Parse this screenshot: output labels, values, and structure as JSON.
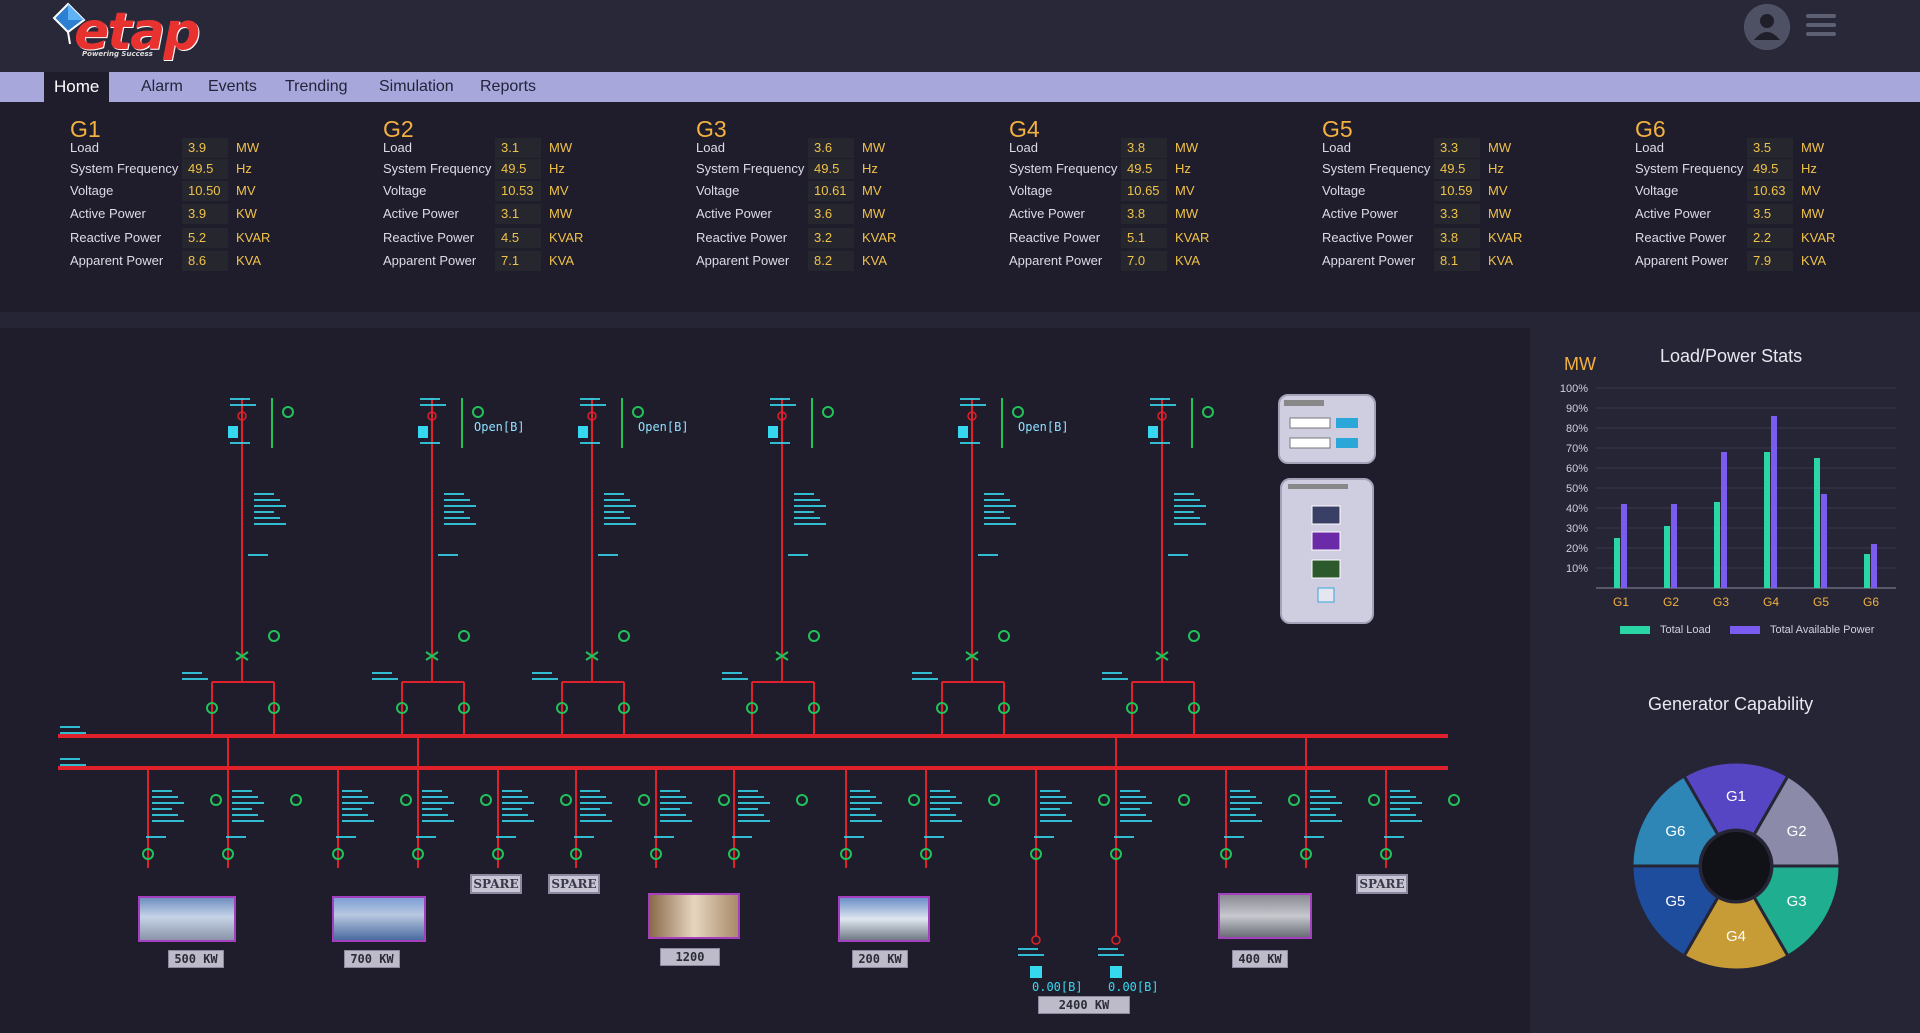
{
  "app": {
    "brand": "etap",
    "tagline": "Powering Success"
  },
  "nav": {
    "items": [
      "Home",
      "Alarm",
      "Events",
      "Trending",
      "Simulation",
      "Reports"
    ],
    "active": "Home"
  },
  "generator_labels": {
    "load": "Load",
    "frequency": "System Frequency",
    "voltage": "Voltage",
    "active_power": "Active Power",
    "reactive_power": "Reactive Power",
    "apparent_power": "Apparent Power"
  },
  "generators": [
    {
      "name": "G1",
      "load": "3.9",
      "load_unit": "MW",
      "frequency": "49.5",
      "frequency_unit": "Hz",
      "voltage": "10.50",
      "voltage_unit": "MV",
      "active_power": "3.9",
      "active_power_unit": "KW",
      "reactive_power": "5.2",
      "reactive_power_unit": "KVAR",
      "apparent_power": "8.6",
      "apparent_power_unit": "KVA"
    },
    {
      "name": "G2",
      "load": "3.1",
      "load_unit": "MW",
      "frequency": "49.5",
      "frequency_unit": "Hz",
      "voltage": "10.53",
      "voltage_unit": "MV",
      "active_power": "3.1",
      "active_power_unit": "MW",
      "reactive_power": "4.5",
      "reactive_power_unit": "KVAR",
      "apparent_power": "7.1",
      "apparent_power_unit": "KVA"
    },
    {
      "name": "G3",
      "load": "3.6",
      "load_unit": "MW",
      "frequency": "49.5",
      "frequency_unit": "Hz",
      "voltage": "10.61",
      "voltage_unit": "MV",
      "active_power": "3.6",
      "active_power_unit": "MW",
      "reactive_power": "3.2",
      "reactive_power_unit": "KVAR",
      "apparent_power": "8.2",
      "apparent_power_unit": "KVA"
    },
    {
      "name": "G4",
      "load": "3.8",
      "load_unit": "MW",
      "frequency": "49.5",
      "frequency_unit": "Hz",
      "voltage": "10.65",
      "voltage_unit": "MV",
      "active_power": "3.8",
      "active_power_unit": "MW",
      "reactive_power": "5.1",
      "reactive_power_unit": "KVAR",
      "apparent_power": "7.0",
      "apparent_power_unit": "KVA"
    },
    {
      "name": "G5",
      "load": "3.3",
      "load_unit": "MW",
      "frequency": "49.5",
      "frequency_unit": "Hz",
      "voltage": "10.59",
      "voltage_unit": "MV",
      "active_power": "3.3",
      "active_power_unit": "MW",
      "reactive_power": "3.8",
      "reactive_power_unit": "KVAR",
      "apparent_power": "8.1",
      "apparent_power_unit": "KVA"
    },
    {
      "name": "G6",
      "load": "3.5",
      "load_unit": "MW",
      "frequency": "49.5",
      "frequency_unit": "Hz",
      "voltage": "10.63",
      "voltage_unit": "MV",
      "active_power": "3.5",
      "active_power_unit": "MW",
      "reactive_power": "2.2",
      "reactive_power_unit": "KVAR",
      "apparent_power": "7.9",
      "apparent_power_unit": "KVA"
    }
  ],
  "sld": {
    "open_labels": [
      "Open[B]",
      "Open[B]",
      "Open[B]"
    ],
    "spare_label": "SPARE",
    "load_ratings": [
      "500 KW",
      "700 KW",
      "1200",
      "200 KW",
      "400 KW",
      "2400 KW"
    ],
    "breaker_readouts": [
      "0.00[B]",
      "0.00[B]"
    ]
  },
  "chart_data": [
    {
      "type": "bar",
      "title": "Load/Power Stats",
      "ylabel": "MW",
      "categories": [
        "G1",
        "G2",
        "G3",
        "G4",
        "G5",
        "G6"
      ],
      "y_ticks": [
        "10%",
        "20%",
        "30%",
        "40%",
        "50%",
        "60%",
        "70%",
        "80%",
        "90%",
        "100%"
      ],
      "ylim": [
        0,
        100
      ],
      "grid": true,
      "legend_placement": "bottom",
      "series": [
        {
          "name": "Total Load",
          "color": "#2ad6a6",
          "values": [
            25,
            31,
            43,
            68,
            65,
            17
          ]
        },
        {
          "name": "Total Available Power",
          "color": "#7b5cf0",
          "values": [
            42,
            42,
            68,
            86,
            47,
            22
          ]
        }
      ]
    },
    {
      "type": "pie",
      "title": "Generator Capability",
      "labels": [
        "G1",
        "G2",
        "G3",
        "G4",
        "G5",
        "G6"
      ],
      "values": [
        1,
        1,
        1,
        1,
        1,
        1
      ],
      "colors": [
        "#5746c4",
        "#8b8aa8",
        "#1fae8f",
        "#c79b35",
        "#1f4d9e",
        "#2d86b5"
      ]
    }
  ],
  "colors": {
    "accent": "#f2b140",
    "bus": "#e0202a",
    "nav": "#a7a7dc",
    "sld_text": "#36d8f0",
    "breaker": "#21c25a"
  }
}
